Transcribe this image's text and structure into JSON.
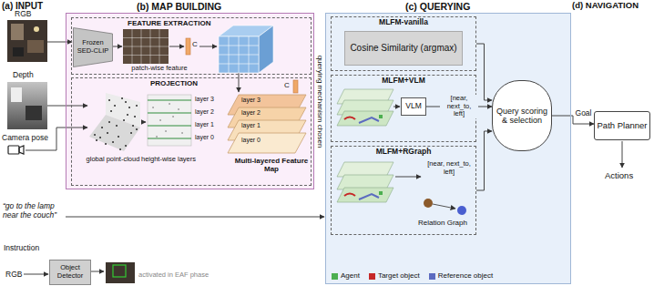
{
  "diagram": {
    "nodes": [
      {
        "text": [
          "(b) MAP BUILDING"
        ]
      },
      {
        "text": [
          "FEATURE EXTRACTION",
          "patch-wise feature",
          "C"
        ],
        "in": 0
      },
      {
        "text": [
          "Frozen SED-CLIP"
        ],
        "in": 1
      },
      {
        "text": [
          "PROJECTION",
          "global point-cloud",
          "height-wise layers",
          "layer 3",
          "layer 2",
          "layer 1",
          "layer 0",
          "C",
          "layer 3",
          "layer 2",
          "layer 1",
          "layer 0",
          "Multi-layered Feature Map"
        ],
        "in": 0
      },
      {
        "text": [
          "(c) QUERYING"
        ]
      },
      {
        "text": [
          "MLFM-vanilla"
        ],
        "in": 4
      },
      {
        "text": [
          "Cosine Similarity (argmax)"
        ],
        "in": 5
      },
      {
        "text": [
          "MLFM+VLM"
        ],
        "in": 4
      },
      {
        "text": [
          "VLM"
        ],
        "in": 7
      },
      {
        "text": [
          "MLFM+RGraph",
          "[near, next_to, left]",
          "Relation Graph"
        ],
        "in": 4
      },
      {
        "text": [
          "Query scoring & selection"
        ],
        "in": 4
      },
      {
        "text": [
          "Path Planner"
        ]
      },
      {
        "text": [
          "Object Detector"
        ]
      }
    ],
    "edges": [
      {
        "from": 5,
        "to": 10,
        "arrow": "to"
      },
      {
        "from": 8,
        "to": 10,
        "label": "[near, next_to, left]",
        "arrow": "to"
      },
      {
        "from": 9,
        "to": 10,
        "arrow": "to"
      },
      {
        "from": 10,
        "to": 11,
        "label": "Goal",
        "arrow": "to"
      }
    ],
    "labels": [
      "(a) INPUT",
      "RGB",
      "Depth",
      "Camera pose",
      "“go to the lamp near the couch”",
      "Instruction",
      "RGB",
      "activated in EAF phase",
      "querying mechanism chosen",
      "(d) NAVIGATION",
      "Actions"
    ],
    "legend": [
      {
        "text": "Agent",
        "color": "#4caf50"
      },
      {
        "text": "Target object",
        "color": "#c62828"
      },
      {
        "text": "Reference object",
        "color": "#5c6bc0"
      }
    ]
  }
}
